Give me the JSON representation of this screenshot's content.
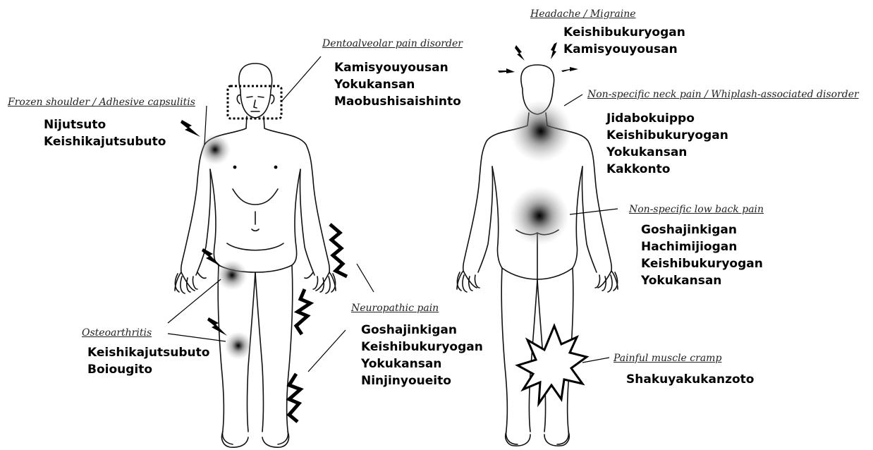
{
  "annotations": [
    {
      "id": "headache",
      "heading": "Headache / Migraine",
      "drugs": [
        "Keishibukuryogan",
        "Kamisyouyousan"
      ]
    },
    {
      "id": "dento",
      "heading": "Dentoalveolar pain disorder",
      "drugs": [
        "Kamisyouyousan",
        "Yokukansan",
        "Maobushisaishinto"
      ]
    },
    {
      "id": "frozen",
      "heading": "Frozen shoulder / Adhesive capsulitis",
      "drugs": [
        "Nijutsuto",
        "Keishikajutsubuto"
      ]
    },
    {
      "id": "neck",
      "heading": "Non-specific neck pain / Whiplash-associated disorder",
      "drugs": [
        "Jidabokuippo",
        "Keishibukuryogan",
        "Yokukansan",
        "Kakkonto"
      ]
    },
    {
      "id": "lowback",
      "heading": "Non-specific low back pain",
      "drugs": [
        "Goshajinkigan",
        "Hachimijiogan",
        "Keishibukuryogan",
        "Yokukansan"
      ]
    },
    {
      "id": "neuro",
      "heading": "Neuropathic pain",
      "drugs": [
        "Goshajinkigan",
        "Keishibukuryogan",
        "Yokukansan",
        "Ninjinyoueito"
      ]
    },
    {
      "id": "osteo",
      "heading": "Osteoarthritis",
      "drugs": [
        "Keishikajutsubuto",
        "Boiougito"
      ]
    },
    {
      "id": "cramp",
      "heading": "Painful muscle cramp",
      "drugs": [
        "Shakuyakukanzoto"
      ]
    }
  ]
}
